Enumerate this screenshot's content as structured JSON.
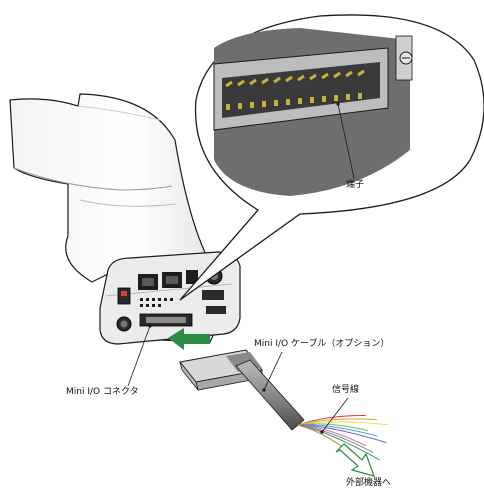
{
  "labels": {
    "terminal": "端子",
    "connector": "Mini I/O コネクタ",
    "cable": "Mini I/O ケーブル（オプション）",
    "signal_line": "信号線",
    "external": "外部機器へ"
  },
  "colors": {
    "arrow_green": "#2f8a45",
    "pin_gold": "#c8b23a",
    "shadow_gray": "#6e6e6e",
    "outline": "#1a1a1a"
  },
  "wire_colors": [
    "#d9403a",
    "#e6a33a",
    "#f0d84a",
    "#6cbf5a",
    "#4aa3d9",
    "#7a5cc8",
    "#d96ab0",
    "#8a8a8a",
    "#2e9a8a",
    "#c87a3a"
  ]
}
